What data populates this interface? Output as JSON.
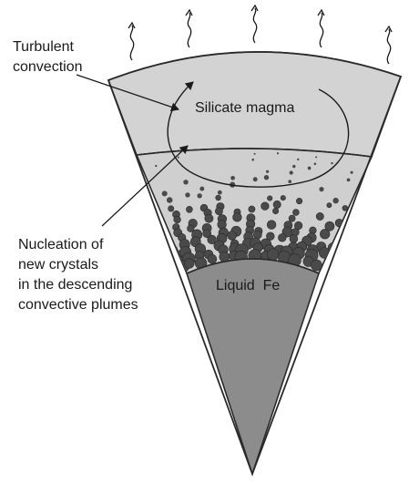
{
  "labels": {
    "turbulent_line1": "Turbulent",
    "turbulent_line2": "convection",
    "silicate": "Silicate magma",
    "liquid_fe": "Liquid  Fe",
    "nucleation_line1": "Nucleation of",
    "nucleation_line2": "new crystals",
    "nucleation_line3": "in the descending",
    "nucleation_line4": "convective plumes"
  },
  "colors": {
    "magma_fill": "#d3d3d3",
    "crystal_zone_fill": "#cfcfcf",
    "core_fill": "#8c8c8c",
    "outline": "#2a2a2a",
    "crystal": "#4a4a4a"
  },
  "icons": [
    "heat-wave-icon",
    "convection-arrow-icon",
    "pointer-arrow-icon"
  ]
}
